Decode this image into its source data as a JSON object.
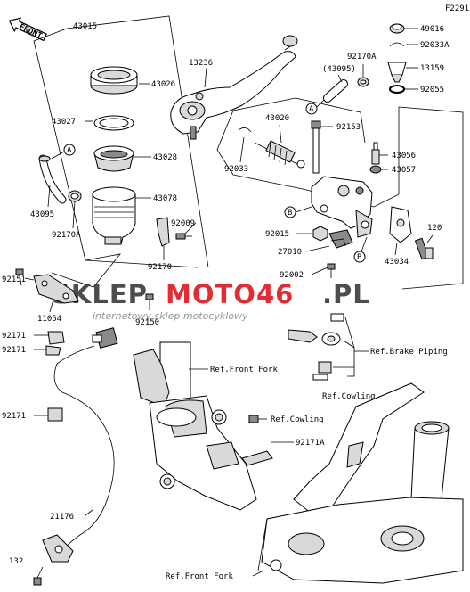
{
  "diagram": {
    "figure_code": "F2291",
    "front_label": "FRONT",
    "part_numbers": {
      "p43015": "43015",
      "p43026": "43026",
      "p43027": "43027",
      "p43028": "43028",
      "p43078": "43078",
      "p43095": "43095",
      "p92170A_left": "92170A",
      "p92009": "92009",
      "p92170": "92170",
      "p13236": "13236",
      "p43020": "43020",
      "p92033": "92033",
      "p43095_paren": "(43095)",
      "p92170A_top": "92170A",
      "p49016": "49016",
      "p92033A": "92033A",
      "p13159": "13159",
      "p92055": "92055",
      "p92153": "92153",
      "p43056": "43056",
      "p43057": "43057",
      "p92015": "92015",
      "p27010": "27010",
      "p92002": "92002",
      "p120": "120",
      "p43034": "43034",
      "p92151": "92151",
      "p11054": "11054",
      "p92150": "92150",
      "p92171_a": "92171",
      "p92171_b": "92171",
      "p92171_c": "92171",
      "p92171A_low": "92171A",
      "p21176": "21176",
      "p132": "132"
    },
    "references": {
      "brake_piping": "Ref.Brake Piping",
      "front_fork_upper": "Ref.Front Fork",
      "cowling_right": "Ref.Cowling",
      "cowling_mid": "Ref.Cowling",
      "front_fork_bottom": "Ref.Front Fork"
    },
    "callouts": {
      "a_left": "A",
      "a_right": "A",
      "b_left": "B",
      "b_right": "B"
    },
    "watermark": {
      "brand_prefix": "SKLEP",
      "brand_main": "MOTO46",
      "brand_suffix": ".PL",
      "tagline": "internetowy sklep motocyklowy",
      "color_dark": "#3a3a3a",
      "color_red": "#e0161c",
      "color_tagline": "#8a8a8a"
    }
  }
}
